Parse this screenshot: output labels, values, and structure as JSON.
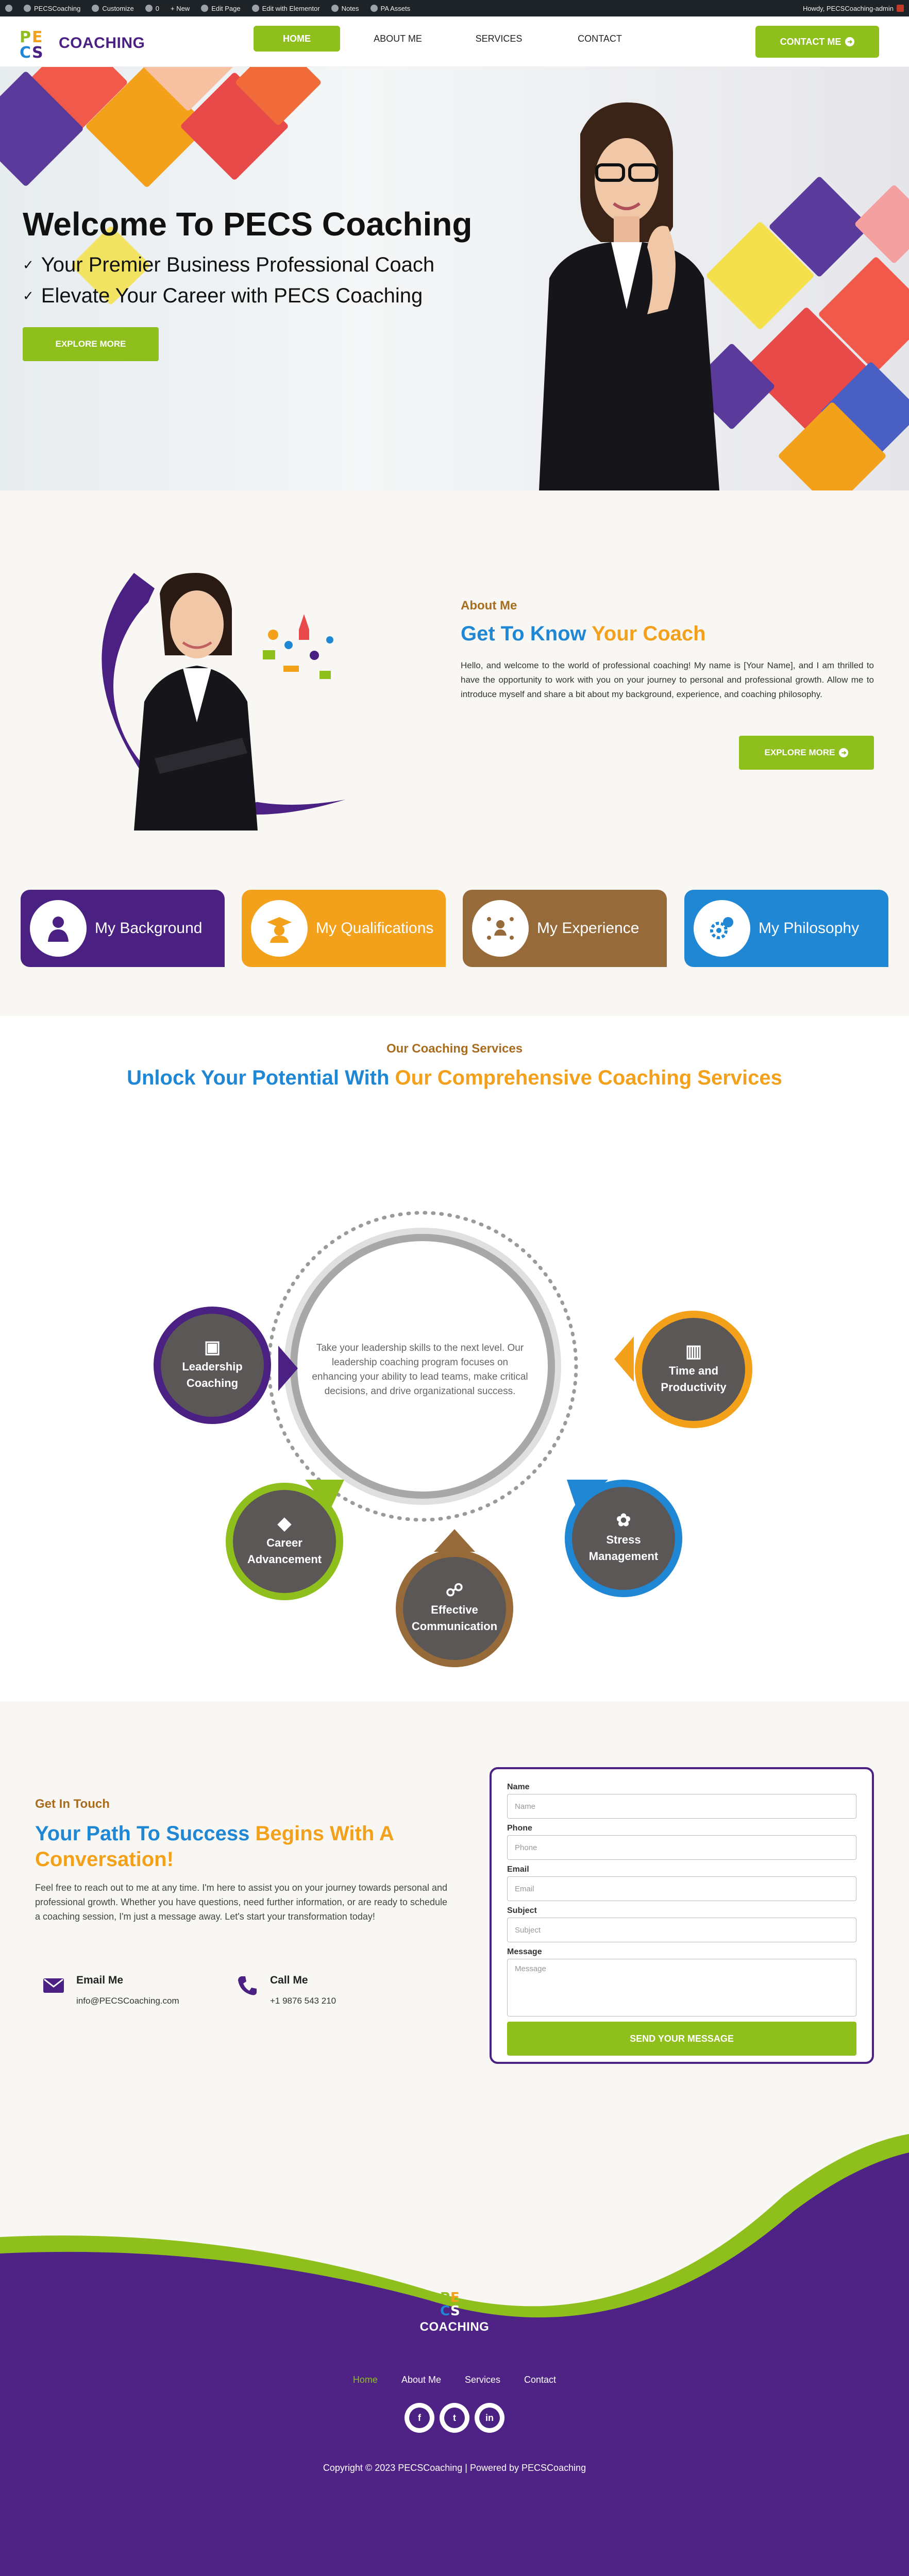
{
  "admin_bar": {
    "items": [
      "PECSCoaching",
      "Customize",
      "0",
      "+ New",
      "Edit Page",
      "Edit with Elementor",
      "Notes",
      "PA Assets"
    ],
    "greeting": "Howdy, PECSCoaching-admin"
  },
  "header": {
    "logo_text": "COACHING",
    "nav": [
      "HOME",
      "ABOUT ME",
      "SERVICES",
      "CONTACT"
    ],
    "contact_button": "CONTACT ME"
  },
  "hero": {
    "title": "Welcome To PECS Coaching",
    "lines": [
      "Your Premier Business Professional Coach",
      "Elevate Your Career with PECS Coaching"
    ],
    "button": "EXPLORE MORE"
  },
  "about": {
    "label": "About Me",
    "heading_part1": "Get To Know",
    "heading_part2": "Your Coach",
    "paragraph": "Hello, and welcome to the world of professional coaching! My name is [Your Name], and I am thrilled to have the opportunity to work with you on your journey to personal and professional growth. Allow me to introduce myself and share a bit about my background, experience, and coaching philosophy.",
    "button": "EXPLORE MORE",
    "cards": [
      {
        "label": "My Background",
        "color": "#4a2082"
      },
      {
        "label": "My Qualifications",
        "color": "#f3a01b"
      },
      {
        "label": "My Experience",
        "color": "#976a3a"
      },
      {
        "label": "My Philosophy",
        "color": "#1f87d4"
      }
    ]
  },
  "services": {
    "label": "Our Coaching Services",
    "heading_part1": "Unlock Your Potential With",
    "heading_part2": "Our Comprehensive Coaching Services",
    "description": "Take your leadership skills to the next level. Our leadership coaching program focuses on enhancing your ability to lead teams, make critical decisions, and drive organizational success.",
    "nodes": [
      {
        "line1": "Leadership",
        "line2": "Coaching",
        "color": "#4a2082"
      },
      {
        "line1": "Time and",
        "line2": "Productivity",
        "color": "#f3a01b"
      },
      {
        "line1": "Career",
        "line2": "Advancement",
        "color": "#8fbf1c"
      },
      {
        "line1": "Stress",
        "line2": "Management",
        "color": "#1f87d4"
      },
      {
        "line1": "Effective",
        "line2": "Communication",
        "color": "#976a3a"
      }
    ]
  },
  "contact": {
    "label": "Get In Touch",
    "heading_part1": "Your Path To Success",
    "heading_part2": "Begins With A Conversation!",
    "paragraph": "Feel free to reach out to me at any time. I'm here to assist you on your journey towards personal and professional growth. Whether you have questions, need further information, or are ready to schedule a coaching session, I'm just a message away. Let's start your transformation today!",
    "email_title": "Email Me",
    "email_value": "info@PECSCoaching.com",
    "call_title": "Call Me",
    "call_value": "+1 9876 543 210",
    "form": {
      "fields": [
        {
          "label": "Name",
          "placeholder": "Name"
        },
        {
          "label": "Phone",
          "placeholder": "Phone"
        },
        {
          "label": "Email",
          "placeholder": "Email"
        },
        {
          "label": "Subject",
          "placeholder": "Subject"
        },
        {
          "label": "Message",
          "placeholder": "Message"
        }
      ],
      "submit": "SEND YOUR MESSAGE"
    }
  },
  "footer": {
    "logo_text": "COACHING",
    "links": [
      "Home",
      "About Me",
      "Services",
      "Contact"
    ],
    "social": [
      "facebook-icon",
      "twitter-icon",
      "linkedin-icon"
    ],
    "copyright": "Copyright © 2023 PECSCoaching | Powered by PECSCoaching"
  }
}
